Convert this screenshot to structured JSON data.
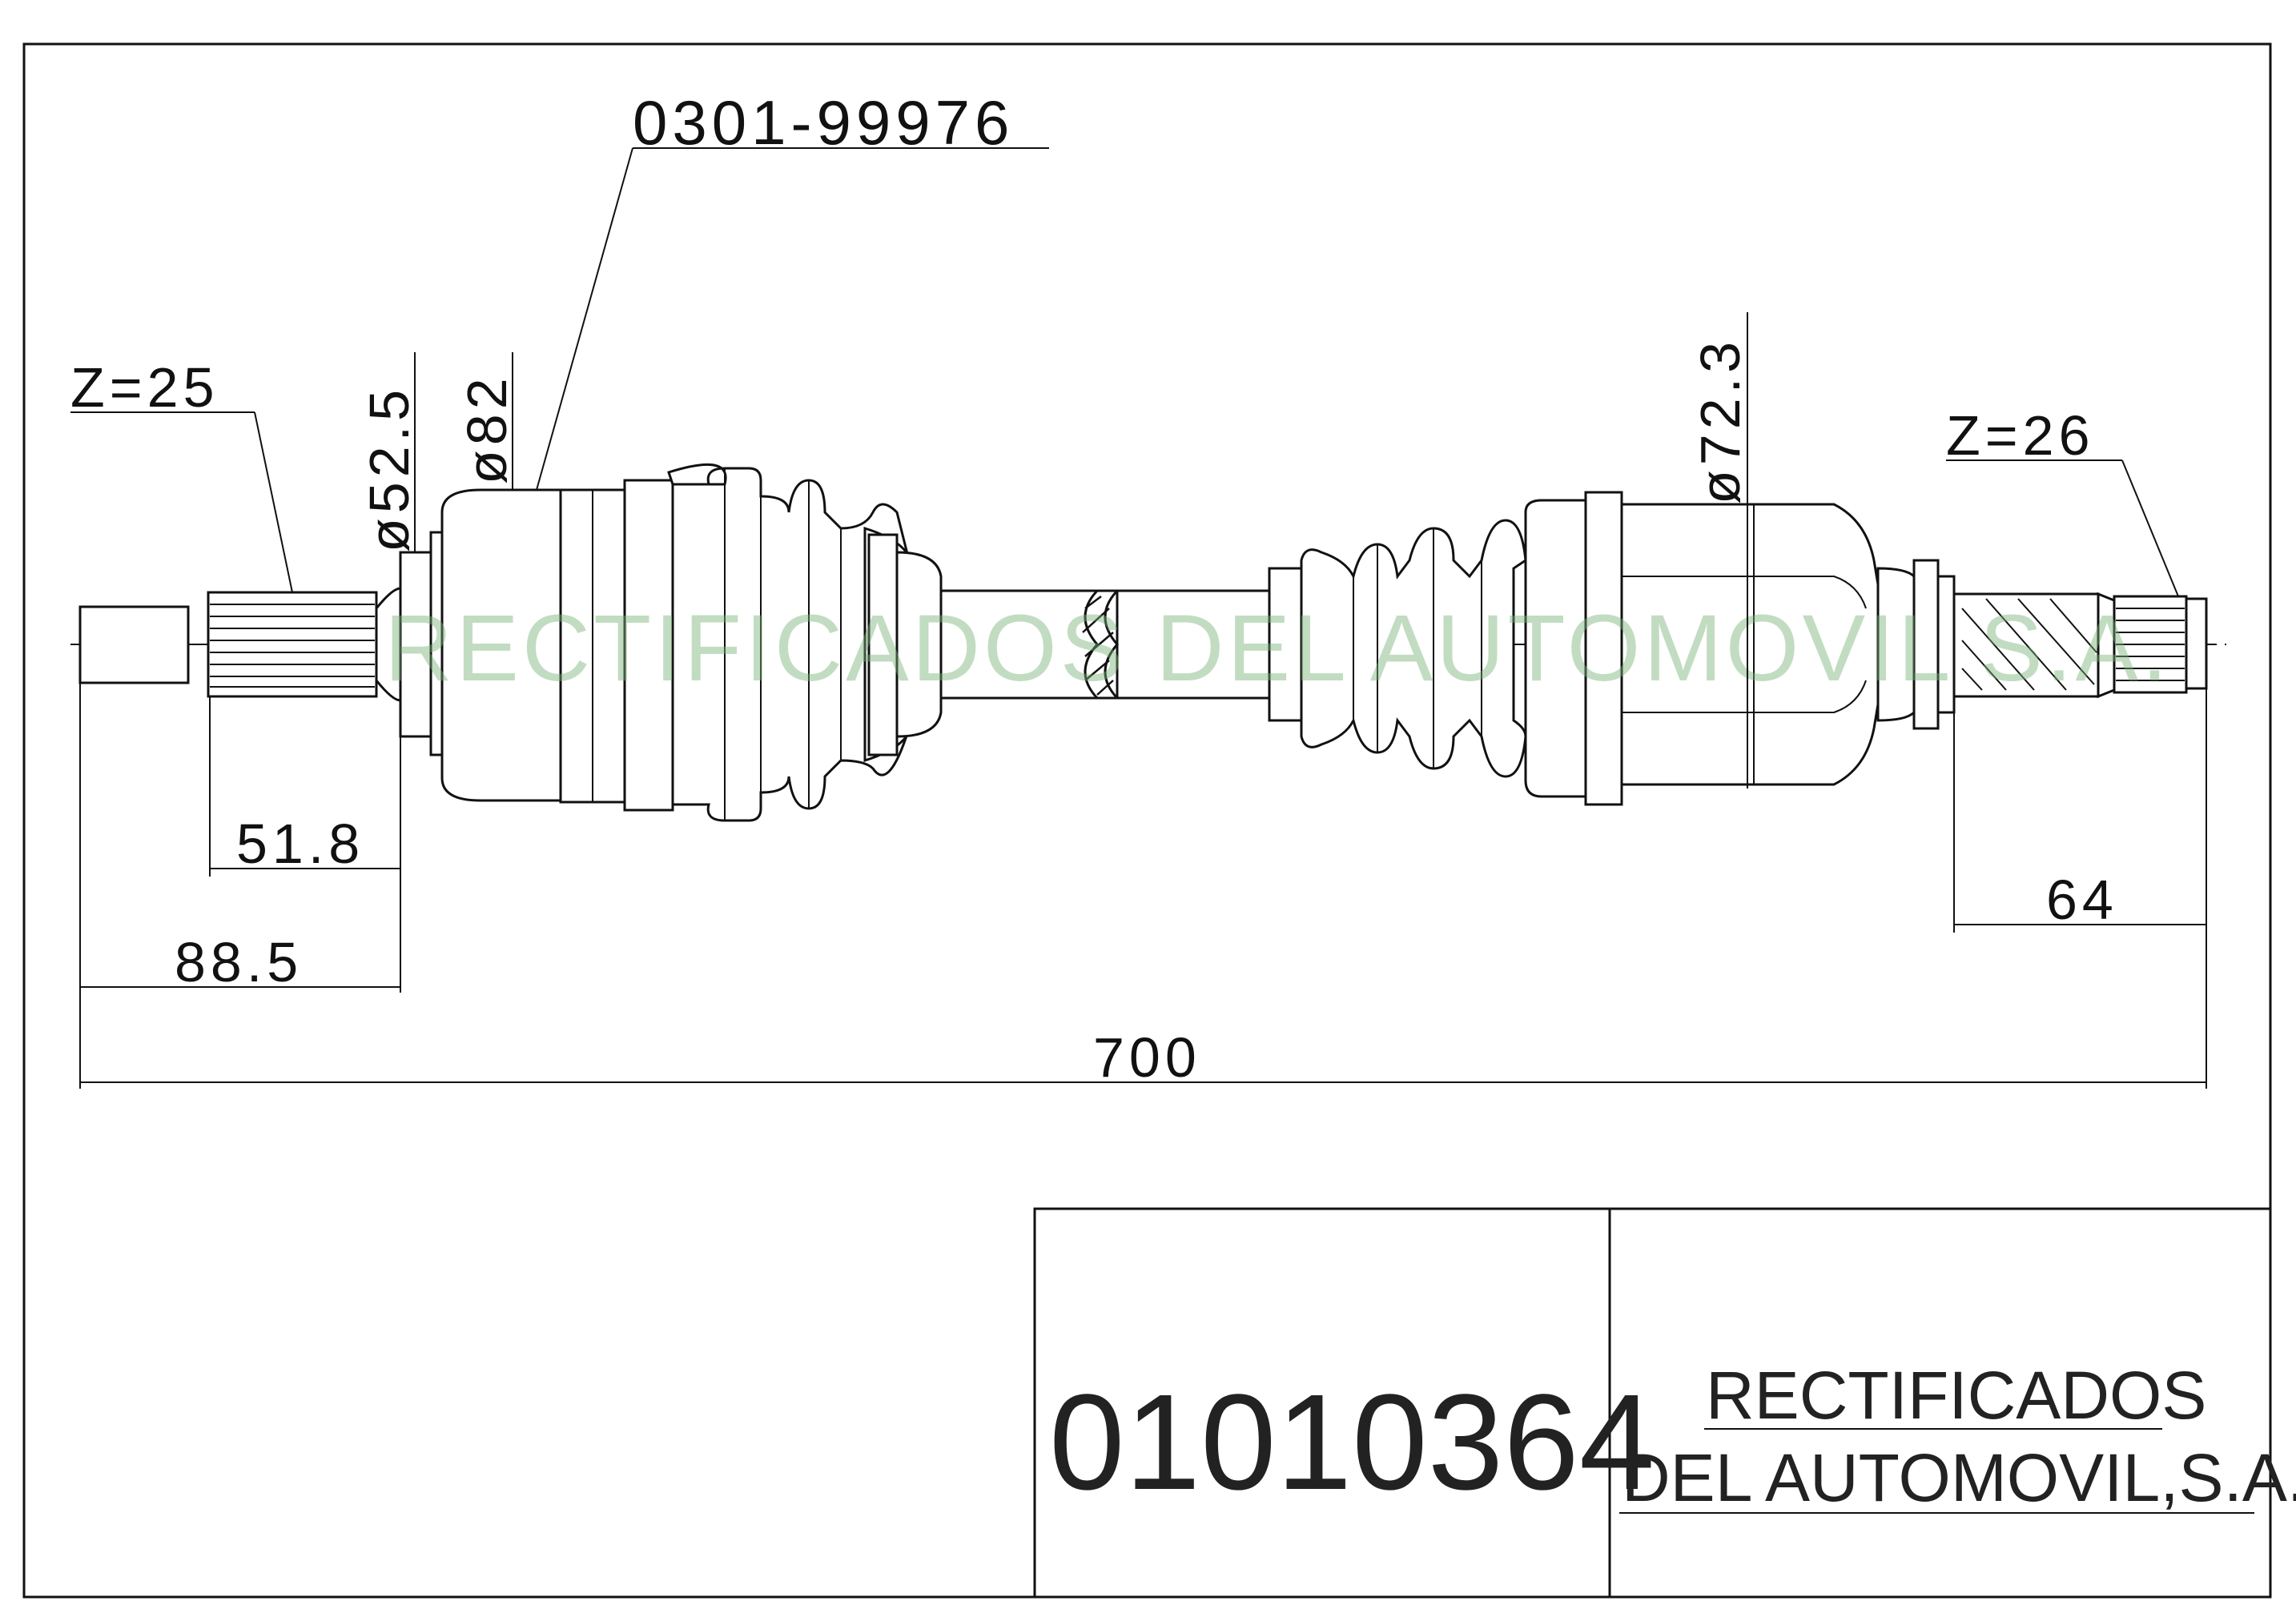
{
  "drawing": {
    "part_reference": "0301-99976",
    "left_teeth": "Z=25",
    "right_teeth": "Z=26",
    "diameters": {
      "left_inner": "ø52.5",
      "left_outer": "ø82",
      "right": "ø72.3"
    },
    "lengths": {
      "left_spline": "51.8",
      "left_stub": "88.5",
      "right_stub": "64",
      "overall": "700"
    },
    "watermark": "RECTIFICADOS DEL AUTOMOVIL S.A."
  },
  "title_block": {
    "part_number": "01010364",
    "company_line1": "RECTIFICADOS",
    "company_line2": "DEL AUTOMOVIL,S.A."
  }
}
